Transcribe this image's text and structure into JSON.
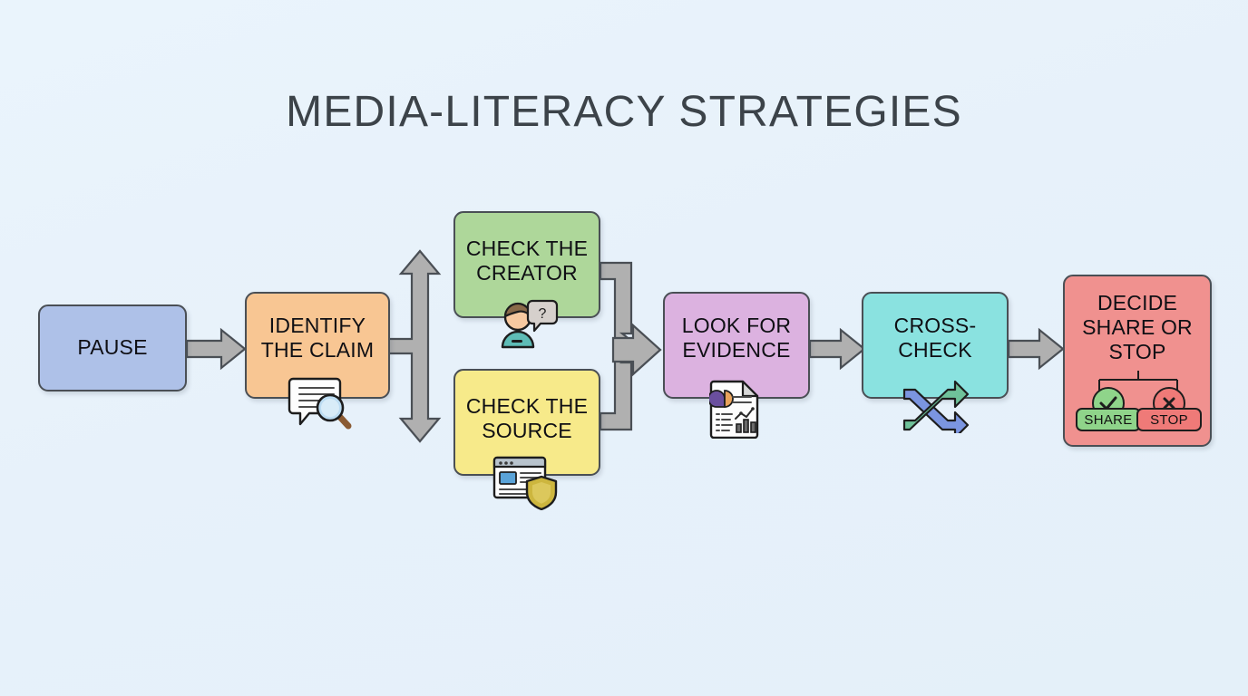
{
  "page": {
    "title": "MEDIA-LITERACY STRATEGIES",
    "background_color": "#e8f2fa",
    "title_color": "#3c4349"
  },
  "diagram": {
    "type": "flowchart",
    "orientation": "left-to-right",
    "node_border_color": "#4a4f55",
    "arrow_fill_color": "#b0b0b0",
    "arrow_stroke_color": "#4a4f55",
    "nodes": [
      {
        "id": "pause",
        "label": "PAUSE",
        "lines": [
          "PAUSE"
        ],
        "color": "#aec1e8",
        "icon": "none"
      },
      {
        "id": "identify-the-claim",
        "label": "IDENTIFY THE CLAIM",
        "lines": [
          "IDENTIFY",
          "THE CLAIM"
        ],
        "color": "#f8c693",
        "icon": "speech-bubble-magnifier-icon"
      },
      {
        "id": "check-the-creator",
        "label": "CHECK THE CREATOR",
        "lines": [
          "CHECK THE",
          "CREATOR"
        ],
        "color": "#aed79a",
        "icon": "person-question-icon"
      },
      {
        "id": "check-the-source",
        "label": "CHECK THE SOURCE",
        "lines": [
          "CHECK THE",
          "SOURCE"
        ],
        "color": "#f7ea8a",
        "icon": "browser-shield-icon"
      },
      {
        "id": "look-for-evidence",
        "label": "LOOK FOR EVIDENCE",
        "lines": [
          "LOOK FOR",
          "EVIDENCE"
        ],
        "color": "#dcb2e0",
        "icon": "report-chart-icon"
      },
      {
        "id": "cross-check",
        "label": "CROSS-CHECK",
        "lines": [
          "CROSS-",
          "CHECK"
        ],
        "color": "#8ae2e0",
        "icon": "shuffle-arrows-icon"
      },
      {
        "id": "decide-share-or-stop",
        "label": "DECIDE SHARE OR STOP",
        "lines": [
          "DECIDE",
          "SHARE OR",
          "STOP"
        ],
        "color": "#f0918f",
        "icon": "decision-branch-icon"
      }
    ],
    "decision_outcomes": [
      {
        "id": "share",
        "label": "SHARE",
        "mark": "check",
        "color": "#8fd48a",
        "mark_color": "#8fd48a"
      },
      {
        "id": "stop",
        "label": "STOP",
        "mark": "cross",
        "color": "#ef7a78",
        "mark_color": "#ef7a78"
      }
    ],
    "edges": [
      {
        "from": "pause",
        "to": "identify-the-claim",
        "style": "block-arrow"
      },
      {
        "from": "identify-the-claim",
        "to": "check-the-creator",
        "style": "fork-arrow-up"
      },
      {
        "from": "identify-the-claim",
        "to": "check-the-source",
        "style": "fork-arrow-down"
      },
      {
        "from": "check-the-creator",
        "to": "look-for-evidence",
        "style": "merge-arrow"
      },
      {
        "from": "check-the-source",
        "to": "look-for-evidence",
        "style": "merge-arrow"
      },
      {
        "from": "look-for-evidence",
        "to": "cross-check",
        "style": "block-arrow"
      },
      {
        "from": "cross-check",
        "to": "decide-share-or-stop",
        "style": "block-arrow"
      }
    ]
  }
}
